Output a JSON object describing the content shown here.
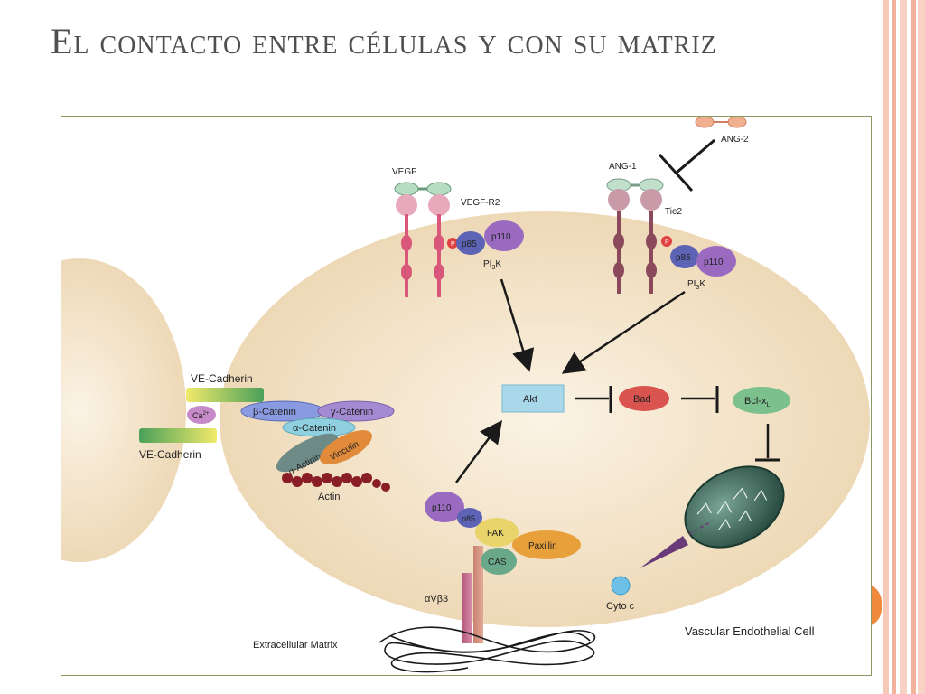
{
  "slide": {
    "title": "El contacto entre células y con su matriz"
  },
  "figure": {
    "labels": {
      "vegf": "VEGF",
      "vegf_r2": "VEGF-R2",
      "ang1": "ANG-1",
      "ang2": "ANG-2",
      "tie2": "Tie2",
      "pi3k_left": "PI",
      "pi3k_right": "PI",
      "pi3k_sub": "3",
      "pi3k_k": "K",
      "p85": "p85",
      "p110": "p110",
      "p": "P",
      "akt": "Akt",
      "bad": "Bad",
      "bclx": "Bcl-x",
      "bclx_sub": "L",
      "ve_cadherin_top": "VE-Cadherin",
      "ve_cadherin_bottom": "VE-Cadherin",
      "ca": "Ca",
      "ca_sup": "2+",
      "beta_catenin": "β-Catenin",
      "gamma_catenin": "γ-Catenin",
      "alpha_catenin": "α-Catenin",
      "alpha_actinin": "α-Actinin",
      "vinculin": "Vinculin",
      "actin": "Actin",
      "fak": "FAK",
      "paxillin": "Paxillin",
      "cas": "CAS",
      "integrin": "αVβ3",
      "extracellular_matrix": "Extracellular Matrix",
      "cyto_c": "Cyto c",
      "cell_label": "Vascular Endothelial Cell"
    },
    "colors": {
      "cell": "#f1dfc0",
      "receptor_vegf": "#d9577a",
      "receptor_tie2": "#8a4a5c",
      "p85": "#5d63b5",
      "p110": "#9a6ac0",
      "akt": "#a8d8ea",
      "bad": "#d9544f",
      "bclx": "#7cc08e",
      "mitochondrion": "#2f5a4c"
    }
  }
}
